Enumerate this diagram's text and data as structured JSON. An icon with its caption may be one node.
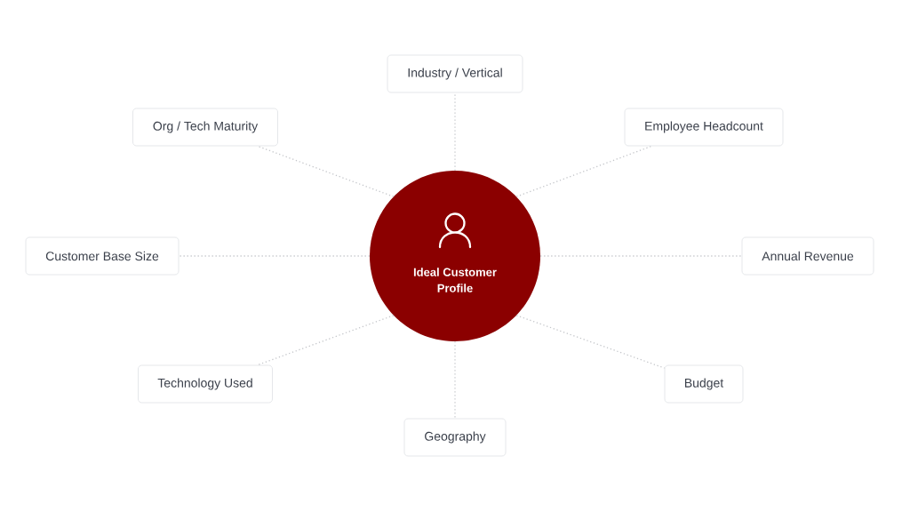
{
  "diagram": {
    "nodes": [
      {
        "text": [
          "Ideal Customer Profile"
        ]
      },
      {
        "text": [
          "Industry / Vertical"
        ]
      },
      {
        "text": [
          "Org / Tech Maturity"
        ]
      },
      {
        "text": [
          "Employee Headcount"
        ]
      },
      {
        "text": [
          "Customer Base Size"
        ]
      },
      {
        "text": [
          "Annual Revenue"
        ]
      },
      {
        "text": [
          "Technology Used"
        ]
      },
      {
        "text": [
          "Budget"
        ]
      },
      {
        "text": [
          "Geography"
        ]
      }
    ],
    "edges": [
      {
        "from": 0,
        "to": 1,
        "arrow": "none"
      },
      {
        "from": 0,
        "to": 2,
        "arrow": "none"
      },
      {
        "from": 0,
        "to": 3,
        "arrow": "none"
      },
      {
        "from": 0,
        "to": 4,
        "arrow": "none"
      },
      {
        "from": 0,
        "to": 5,
        "arrow": "none"
      },
      {
        "from": 0,
        "to": 6,
        "arrow": "none"
      },
      {
        "from": 0,
        "to": 7,
        "arrow": "none"
      },
      {
        "from": 0,
        "to": 8,
        "arrow": "none"
      }
    ]
  }
}
